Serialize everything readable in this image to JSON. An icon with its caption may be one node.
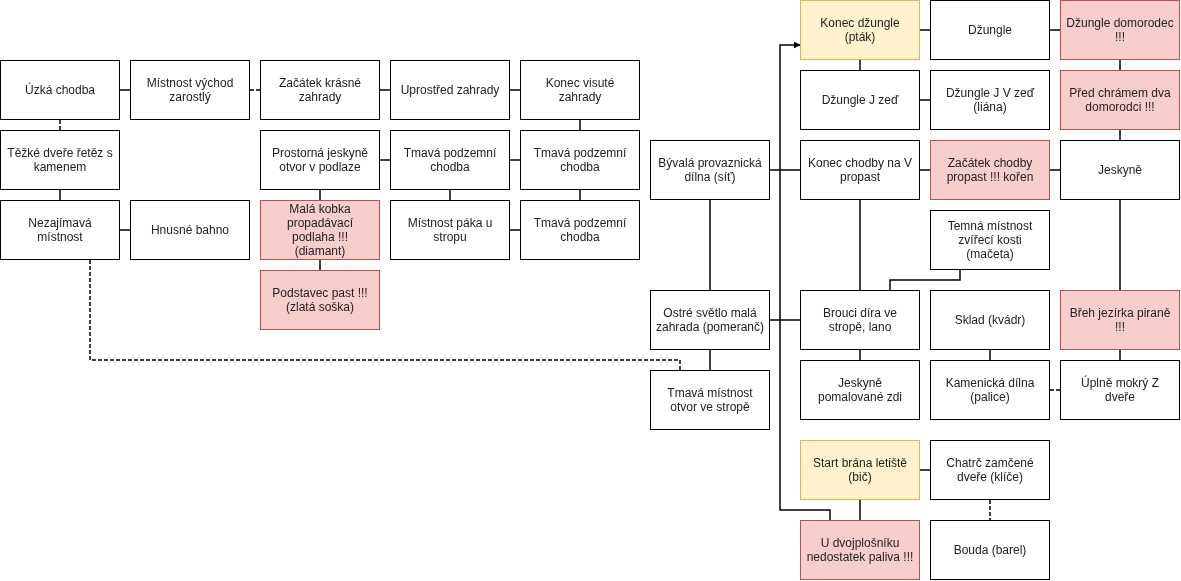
{
  "diagram": {
    "nodes": [
      {
        "text": [
          "Úzká chodba"
        ]
      },
      {
        "text": [
          "Místnost východ zarostlý"
        ]
      },
      {
        "text": [
          "Začátek krásné zahrady"
        ]
      },
      {
        "text": [
          "Uprostřed zahrady"
        ]
      },
      {
        "text": [
          "Konec visuté zahrady"
        ]
      },
      {
        "text": [
          "Těžké dveře řetěz s kamenem"
        ]
      },
      {
        "text": [
          "Prostorná jeskyně otvor v podlaze"
        ]
      },
      {
        "text": [
          "Tmavá podzemní chodba"
        ]
      },
      {
        "text": [
          "Tmavá podzemní chodba"
        ]
      },
      {
        "text": [
          "Nezajímavá místnost"
        ]
      },
      {
        "text": [
          "Hnusné bahno"
        ]
      },
      {
        "text": [
          "Malá kobka propadávací podlaha !!! (diamant)"
        ]
      },
      {
        "text": [
          "Místnost páka u stropu"
        ]
      },
      {
        "text": [
          "Tmavá podzemní chodba"
        ]
      },
      {
        "text": [
          "Podstavec past !!! (zlatá soška)"
        ]
      },
      {
        "text": [
          "Bývalá provaznická dílna (síť)"
        ]
      },
      {
        "text": [
          "Ostré světlo malá zahrada (pomeranč)"
        ]
      },
      {
        "text": [
          "Tmavá místnost otvor ve stropě"
        ]
      },
      {
        "text": [
          "Konec džungle (pták)"
        ]
      },
      {
        "text": [
          "Džungle"
        ]
      },
      {
        "text": [
          "Džungle domorodec !!!"
        ]
      },
      {
        "text": [
          "Džungle J zeď"
        ]
      },
      {
        "text": [
          "Džungle J V zeď (liána)"
        ]
      },
      {
        "text": [
          "Před chrámem dva domorodci !!!"
        ]
      },
      {
        "text": [
          "Konec chodby na V propast"
        ]
      },
      {
        "text": [
          "Začátek chodby propast !!! kořen"
        ]
      },
      {
        "text": [
          "Jeskyně"
        ]
      },
      {
        "text": [
          "Temná místnost zvířecí kosti (mačeta)"
        ]
      },
      {
        "text": [
          "Brouci díra ve stropě, lano"
        ]
      },
      {
        "text": [
          "Sklad (kvádr)"
        ]
      },
      {
        "text": [
          "Břeh jezírka piraně !!!"
        ]
      },
      {
        "text": [
          "Jeskyně pomalované zdi"
        ]
      },
      {
        "text": [
          "Kamenická dílna (palice)"
        ]
      },
      {
        "text": [
          "Úplně mokrý Z dveře"
        ]
      },
      {
        "text": [
          "Start brána letiště (bič)"
        ]
      },
      {
        "text": [
          "Chatrč zamčené dveře (klíče)"
        ]
      },
      {
        "text": [
          "U dvojplošníku nedostatek paliva !!!"
        ]
      },
      {
        "text": [
          "Bouda (barel)"
        ]
      }
    ],
    "edges": [
      {
        "from": 0,
        "to": 1,
        "arrow": "none"
      },
      {
        "from": 1,
        "to": 2,
        "arrow": "none",
        "style": "dashed"
      },
      {
        "from": 2,
        "to": 3,
        "arrow": "none"
      },
      {
        "from": 3,
        "to": 4,
        "arrow": "none"
      },
      {
        "from": 0,
        "to": 5,
        "arrow": "none",
        "style": "dashed"
      },
      {
        "from": 5,
        "to": 9,
        "arrow": "none"
      },
      {
        "from": 9,
        "to": 10,
        "arrow": "none"
      },
      {
        "from": 6,
        "to": 7,
        "arrow": "none"
      },
      {
        "from": 7,
        "to": 8,
        "arrow": "none"
      },
      {
        "from": 4,
        "to": 8,
        "arrow": "none"
      },
      {
        "from": 6,
        "to": 11,
        "arrow": "none"
      },
      {
        "from": 11,
        "to": 14,
        "arrow": "none"
      },
      {
        "from": 7,
        "to": 12,
        "arrow": "none"
      },
      {
        "from": 8,
        "to": 13,
        "arrow": "none"
      },
      {
        "from": 12,
        "to": 13,
        "arrow": "none"
      },
      {
        "from": 9,
        "to": 17,
        "arrow": "none",
        "style": "dashed"
      },
      {
        "from": 15,
        "to": 24,
        "arrow": "none"
      },
      {
        "from": 15,
        "to": 16,
        "arrow": "none"
      },
      {
        "from": 16,
        "to": 17,
        "arrow": "none"
      },
      {
        "from": 16,
        "to": 28,
        "arrow": "none"
      },
      {
        "from": 36,
        "to": 18,
        "arrow": "to"
      },
      {
        "from": 18,
        "to": 19,
        "arrow": "none"
      },
      {
        "from": 19,
        "to": 20,
        "arrow": "none"
      },
      {
        "from": 18,
        "to": 21,
        "arrow": "none"
      },
      {
        "from": 21,
        "to": 22,
        "arrow": "none"
      },
      {
        "from": 20,
        "to": 23,
        "arrow": "none"
      },
      {
        "from": 23,
        "to": 26,
        "arrow": "none"
      },
      {
        "from": 24,
        "to": 25,
        "arrow": "none"
      },
      {
        "from": 25,
        "to": 26,
        "arrow": "none"
      },
      {
        "from": 24,
        "to": 28,
        "arrow": "none"
      },
      {
        "from": 27,
        "to": 28,
        "arrow": "none"
      },
      {
        "from": 26,
        "to": 30,
        "arrow": "none"
      },
      {
        "from": 28,
        "to": 31,
        "arrow": "none"
      },
      {
        "from": 29,
        "to": 32,
        "arrow": "none"
      },
      {
        "from": 30,
        "to": 33,
        "arrow": "none"
      },
      {
        "from": 32,
        "to": 33,
        "arrow": "none",
        "style": "dashed"
      },
      {
        "from": 34,
        "to": 35,
        "arrow": "none"
      },
      {
        "from": 34,
        "to": 36,
        "arrow": "none"
      },
      {
        "from": 35,
        "to": 37,
        "arrow": "none",
        "style": "dashed"
      }
    ]
  }
}
